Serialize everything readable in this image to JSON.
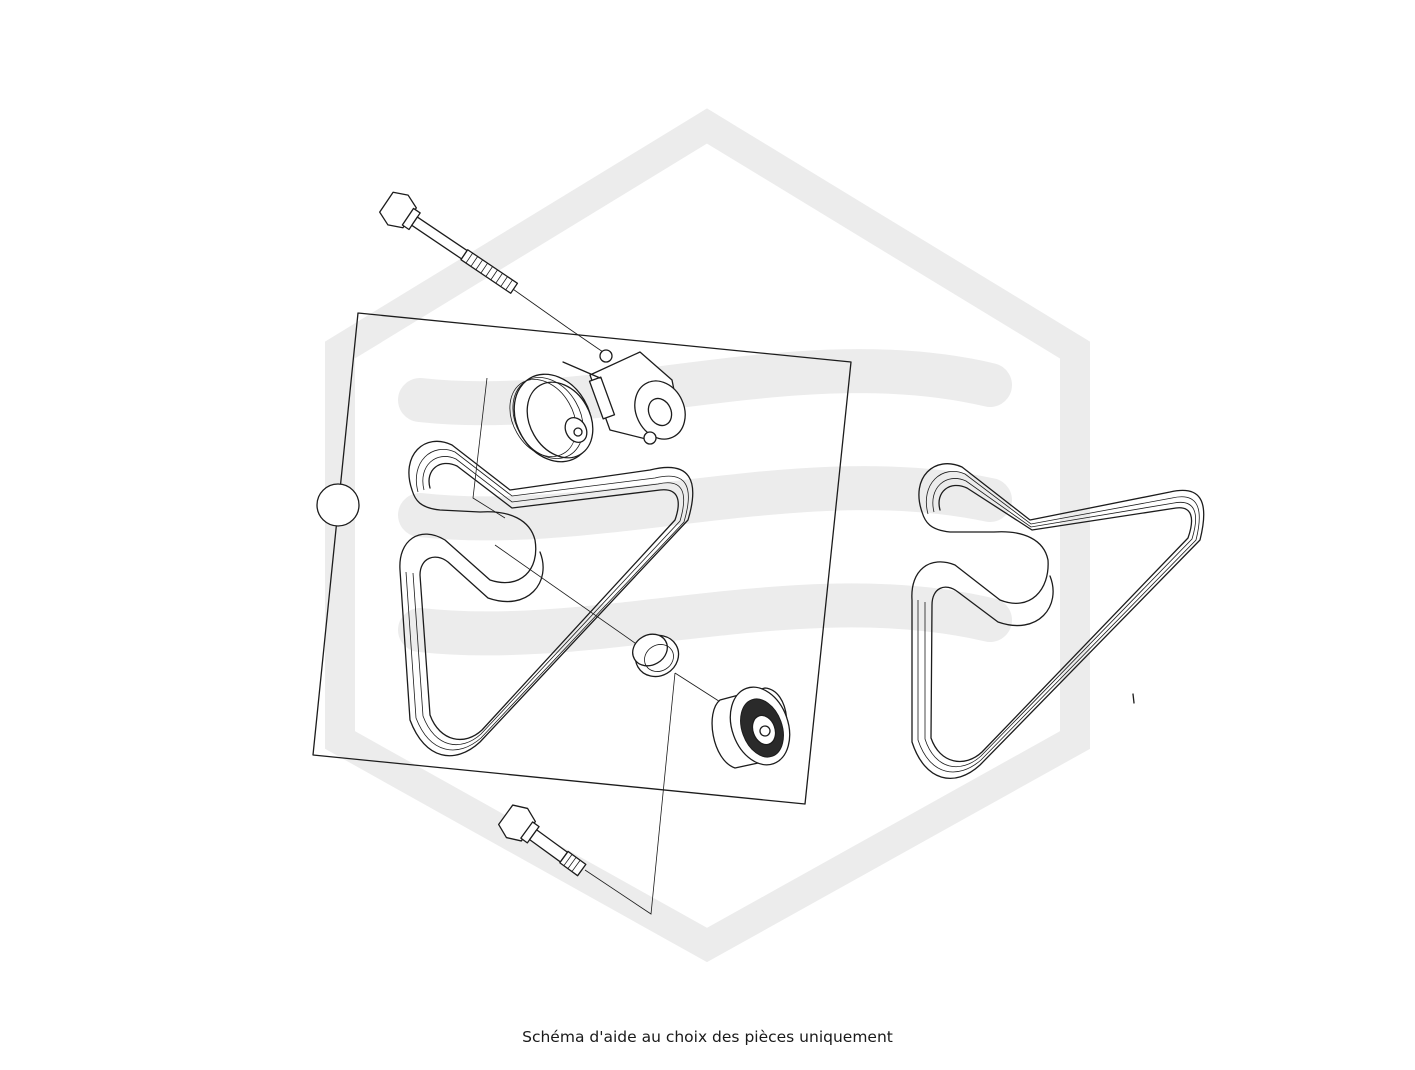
{
  "caption": "Schéma d'aide au choix des pièces uniquement",
  "colors": {
    "background": "#ffffff",
    "line": "#1c1c1c",
    "watermark": "#ececec"
  },
  "parts": [
    {
      "id": "tensioner-bolt",
      "icon": "long-bolt-icon"
    },
    {
      "id": "belt-tensioner",
      "icon": "tensioner-pulley-icon"
    },
    {
      "id": "ribbed-belt-kit",
      "icon": "ribbed-belt-icon"
    },
    {
      "id": "idler-cap",
      "icon": "cap-ring-icon"
    },
    {
      "id": "idler-pulley",
      "icon": "idler-pulley-icon"
    },
    {
      "id": "idler-bolt",
      "icon": "short-bolt-icon"
    },
    {
      "id": "ribbed-belt-single",
      "icon": "ribbed-belt-icon"
    }
  ]
}
